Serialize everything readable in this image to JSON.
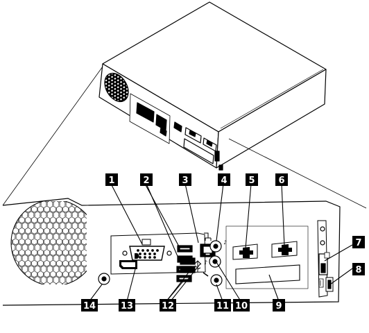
{
  "figure": {
    "callouts": [
      {
        "id": "1",
        "label": "1"
      },
      {
        "id": "2",
        "label": "2"
      },
      {
        "id": "3",
        "label": "3"
      },
      {
        "id": "4",
        "label": "4"
      },
      {
        "id": "5",
        "label": "5"
      },
      {
        "id": "6",
        "label": "6"
      },
      {
        "id": "7",
        "label": "7"
      },
      {
        "id": "8",
        "label": "8"
      },
      {
        "id": "9",
        "label": "9"
      },
      {
        "id": "10",
        "label": "10"
      },
      {
        "id": "11",
        "label": "11"
      },
      {
        "id": "12",
        "label": "12"
      },
      {
        "id": "13",
        "label": "13"
      },
      {
        "id": "14",
        "label": "14"
      }
    ],
    "icons": [
      "vga-icon",
      "usb-icon",
      "ethernet-icon",
      "microphone-icon",
      "audio-line-in-icon",
      "headphone-icon",
      "displayport-icon",
      "power-icon",
      "padlock-icon",
      "cable-lock-icon"
    ],
    "colors": {
      "line": "#000000",
      "callout_bg": "#000000",
      "callout_text": "#ffffff",
      "paper": "#ffffff"
    }
  }
}
